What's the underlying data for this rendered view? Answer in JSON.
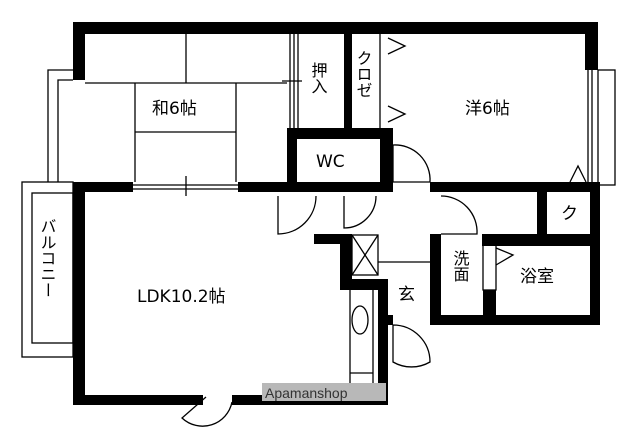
{
  "rooms": {
    "washitsu": "和6帖",
    "oshiire": "押入",
    "closet": "クロゼ",
    "youshitsu": "洋6帖",
    "wc": "WC",
    "ku": "ク",
    "senmen": "洗面",
    "yokushitsu": "浴室",
    "genkan": "玄",
    "ldk": "LDK10.2帖",
    "balcony": "バルコニー"
  },
  "watermark": "Apamanshop",
  "colors": {
    "wall": "#000000",
    "line": "#000000",
    "watermark_bg": "#b8b8b8"
  }
}
